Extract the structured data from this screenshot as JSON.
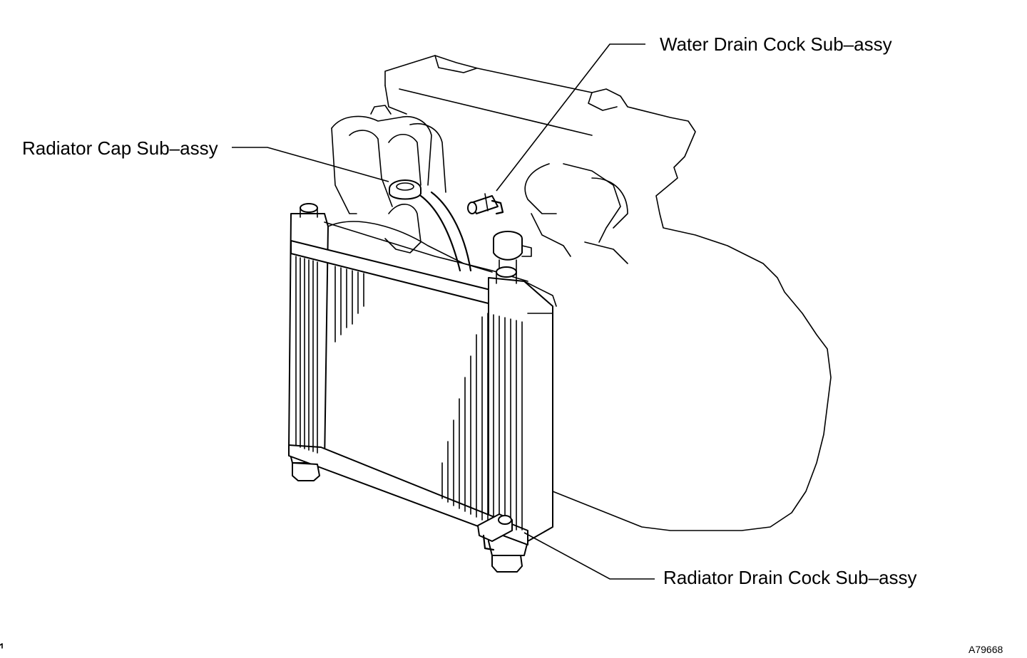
{
  "diagram": {
    "labels": {
      "water_drain_cock": "Water Drain Cock Sub–assy",
      "radiator_cap": "Radiator Cap Sub–assy",
      "radiator_drain_cock": "Radiator Drain Cock Sub–assy"
    },
    "figure_code": "A79668"
  }
}
